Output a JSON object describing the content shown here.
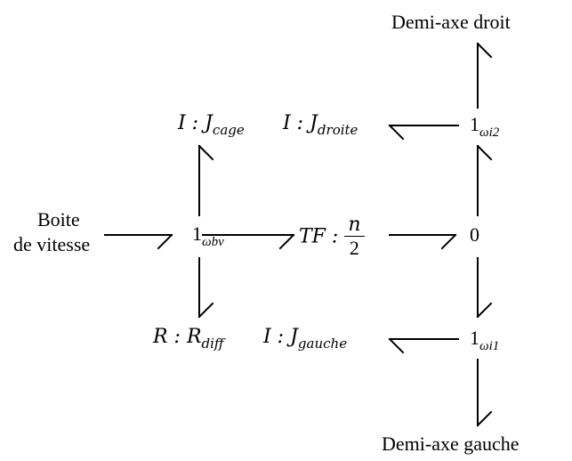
{
  "elements": {
    "top_source": "Demi-axe droit",
    "bottom_source": "Demi-axe gauche",
    "left_source_line1": "Boite",
    "left_source_line2": "de vitesse",
    "junction_bv": {
      "symbol": "1",
      "sub": "ωbv"
    },
    "junction_i2": {
      "symbol": "1",
      "sub": "ωi2"
    },
    "junction_i1": {
      "symbol": "1",
      "sub": "ωi1"
    },
    "junction_zero": "0",
    "i_cage": {
      "prefix": "I : J",
      "sub": "cage"
    },
    "i_droite": {
      "prefix": "I : J",
      "sub": "droite"
    },
    "i_gauche": {
      "prefix": "I : J",
      "sub": "gauche"
    },
    "r_diff": {
      "prefix": "R : R",
      "sub": "diff"
    },
    "transformer": {
      "prefix": "TF : ",
      "num": "n",
      "den": "2"
    }
  }
}
